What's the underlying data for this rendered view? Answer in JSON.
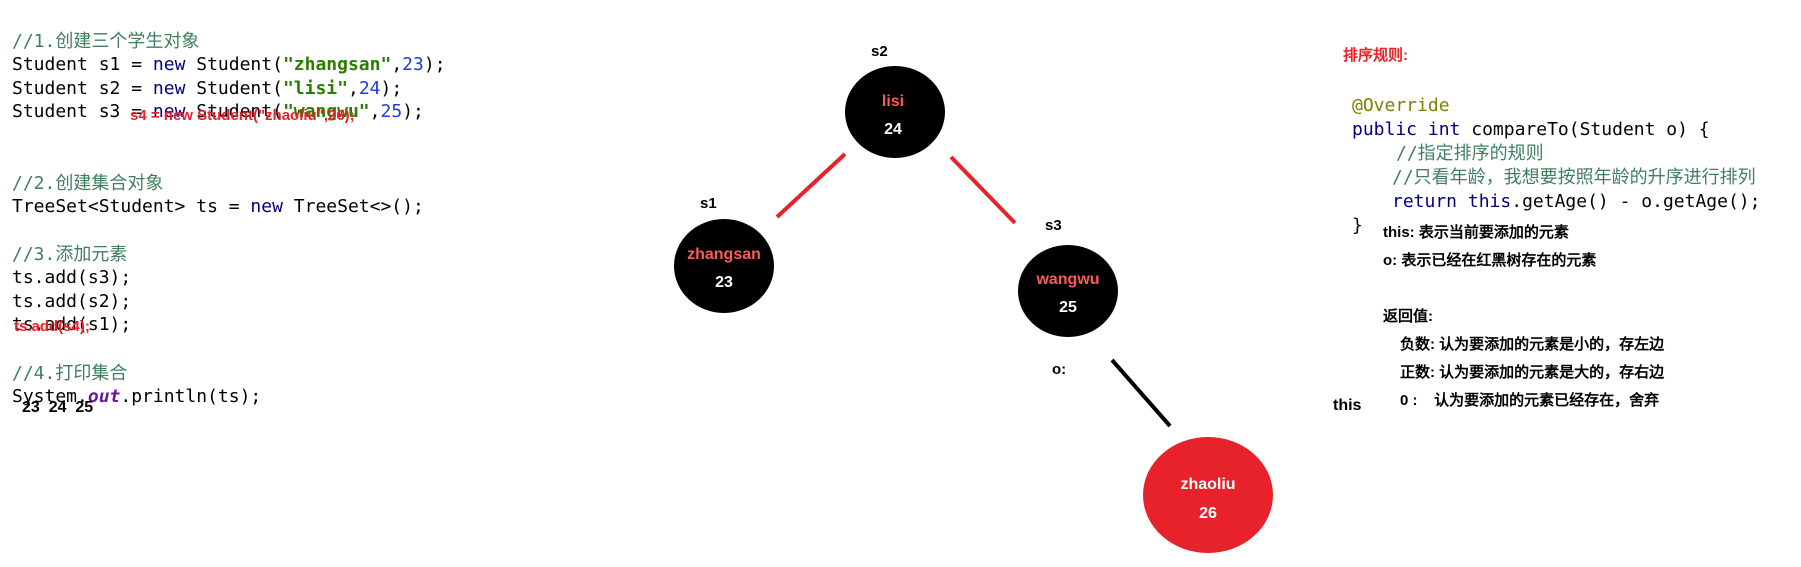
{
  "left_code": {
    "c1": "//1.创建三个学生对象",
    "l1_pre": "Student s1 = ",
    "l1_new": "new",
    "l1_mid": " Student(",
    "l1_str": "\"zhangsan\"",
    "l1_comma": ",",
    "l1_num": "23",
    "l1_end": ");",
    "l2_pre": "Student s2 = ",
    "l2_new": "new",
    "l2_mid": " Student(",
    "l2_str": "\"lisi\"",
    "l2_comma": ",",
    "l2_num": "24",
    "l2_end": ");",
    "l3_pre": "Student s3 = ",
    "l3_new": "new",
    "l3_mid": " Student(",
    "l3_str": "\"wangwu\"",
    "l3_comma": ",",
    "l3_num": "25",
    "l3_end": ");",
    "s4_note": "s4 = new Student(\"zhaoliu\",26);",
    "c2": "//2.创建集合对象",
    "ts_pre": "TreeSet<Student> ts = ",
    "ts_new": "new",
    "ts_end": " TreeSet<>();",
    "c3": "//3.添加元素",
    "add_s3": "ts.add(s3);",
    "add_s2": "ts.add(s2);",
    "add_s1": "ts.add(s1);",
    "add_s4_note": "ts.add(s4);",
    "c4": "//4.打印集合",
    "print_pre": "System.",
    "print_field": "out",
    "print_end": ".println(ts);",
    "output": "23  24  25"
  },
  "tree": {
    "labels": {
      "s2": "s2",
      "s1": "s1",
      "s3": "s3",
      "o": "o:"
    },
    "root": {
      "name": "lisi",
      "age": "24"
    },
    "left": {
      "name": "zhangsan",
      "age": "23"
    },
    "right": {
      "name": "wangwu",
      "age": "25"
    },
    "new_node": {
      "name": "zhaoliu",
      "age": "26"
    },
    "colors": {
      "black": "#000000",
      "red": "#e8222b",
      "node_text_red": "#ff5a5a",
      "node_text_white": "#ffffff"
    }
  },
  "right_panel": {
    "rule_title": "排序规则:",
    "override": "@Override",
    "sig_public": "public",
    "sig_int": "int",
    "sig_rest": " compareTo(Student o) {",
    "cmt1": "//指定排序的规则",
    "cmt2": "//只看年龄，我想要按照年龄的升序进行排列",
    "ret_kw": "return",
    "ret_this": "this",
    "ret_rest": ".getAge() - o.getAge();",
    "close": "}",
    "this_desc": "this: 表示当前要添加的元素",
    "o_desc": "o: 表示已经在红黑树存在的元素",
    "ret_title": "返回值:",
    "neg": "负数: 认为要添加的元素是小的，存左边",
    "pos": "正数: 认为要添加的元素是大的，存右边",
    "zero": "0 :    认为要添加的元素已经存在，舍弃",
    "this_side": "this"
  }
}
